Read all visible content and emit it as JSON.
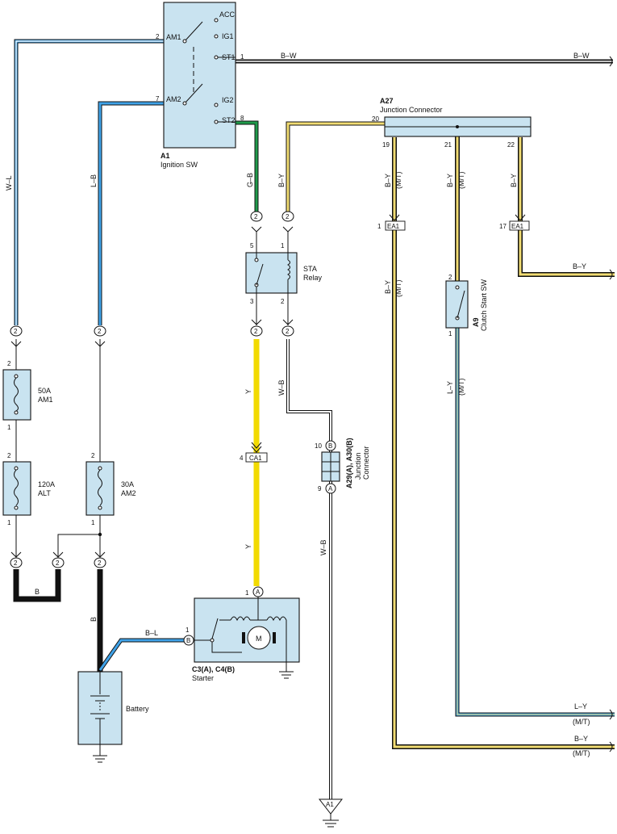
{
  "components": {
    "ignition": {
      "ref": "A1",
      "name": "Ignition SW",
      "terminals": {
        "acc": "ACC",
        "ig1": "IG1",
        "st1": "ST1",
        "ig2": "IG2",
        "st2": "ST2",
        "am1": "AM1",
        "am2": "AM2"
      },
      "pins": {
        "am1": "2",
        "am2": "7",
        "st1": "1",
        "st2": "8"
      }
    },
    "junction": {
      "ref": "A27",
      "name": "Junction Connector",
      "pins": {
        "in": "20",
        "p19": "19",
        "p21": "21",
        "p22": "22"
      }
    },
    "sta_relay": {
      "name_line1": "STA",
      "name_line2": "Relay",
      "pins": {
        "p5": "5",
        "p1": "1",
        "p3": "3",
        "p2": "2"
      }
    },
    "clutch": {
      "ref": "A9",
      "name": "Clutch Start SW",
      "pins": {
        "top": "2",
        "bottom": "1"
      }
    },
    "junction2": {
      "ref": "A29(A), A30(B)",
      "name_line1": "Junction",
      "name_line2": "Connector",
      "pins": {
        "top": "10",
        "bottom": "9"
      },
      "top_letter": "B",
      "bottom_letter": "A"
    },
    "fuse_am1": {
      "amp": "50A",
      "name": "AM1",
      "pins": {
        "top": "2",
        "bottom": "1"
      }
    },
    "fuse_alt": {
      "amp": "120A",
      "name": "ALT",
      "pins": {
        "top": "2",
        "bottom": "1"
      }
    },
    "fuse_am2": {
      "amp": "30A",
      "name": "AM2",
      "pins": {
        "top": "2",
        "bottom": "1"
      }
    },
    "starter": {
      "ref": "C3(A), C4(B)",
      "name": "Starter",
      "pins": {
        "a": "1",
        "b": "1"
      },
      "letter_a": "A",
      "letter_b": "B",
      "motor": "M"
    },
    "battery": {
      "name": "Battery"
    }
  },
  "connectors": {
    "two": "2",
    "ea1": "EA1",
    "ea1_pin_left": "1",
    "ea1_pin_right": "17",
    "ca1": "CA1",
    "ca1_pin": "4",
    "ground_ref": "A1"
  },
  "wires": {
    "bw": "B–W",
    "wl": "W–L",
    "lb": "L–B",
    "gb": "G–B",
    "by": "B–Y",
    "mt": "(M/T)",
    "y": "Y",
    "wb": "W–B",
    "ly": "L–Y",
    "b": "B",
    "bl": "B–L"
  },
  "colors": {
    "component_fill": "#c9e3f0",
    "blue": "#3fa2e8",
    "green": "#1f9a4a",
    "yellow": "#f2da00",
    "yellow_light": "#f1dc72",
    "black": "#111111"
  }
}
